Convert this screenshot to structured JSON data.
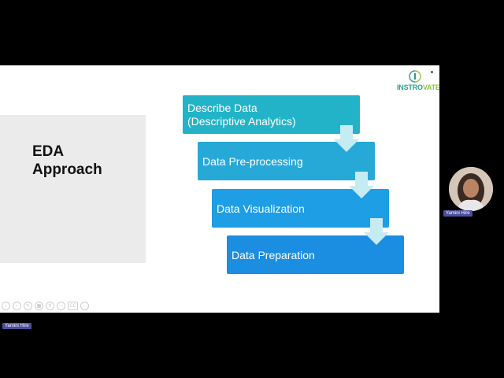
{
  "slide": {
    "eda_title_line1": "EDA",
    "eda_title_line2": "Approach",
    "logo": {
      "text_a": "INSTRO",
      "text_b": "VATE"
    },
    "steps": [
      {
        "line1": "Describe Data",
        "line2": "(Descriptive Analytics)",
        "color": "#23b3c8"
      },
      {
        "label": "Data Pre-processing",
        "color": "#27a9d8"
      },
      {
        "label": "Data Visualization",
        "color": "#1e9ee4"
      },
      {
        "label": "Data Preparation",
        "color": "#1c8ee2"
      }
    ],
    "arrow_color": "#c5ebf3",
    "toolbar": {
      "icons": [
        "prev-icon",
        "next-icon",
        "pen-icon",
        "grid-icon",
        "zoom-icon",
        "more-icon",
        "captions-icon",
        "menu-icon"
      ],
      "captions_label": "CC"
    }
  },
  "participants": [
    {
      "name": "Yamini  Hire"
    },
    {
      "name": "Yamini  Hire"
    }
  ]
}
